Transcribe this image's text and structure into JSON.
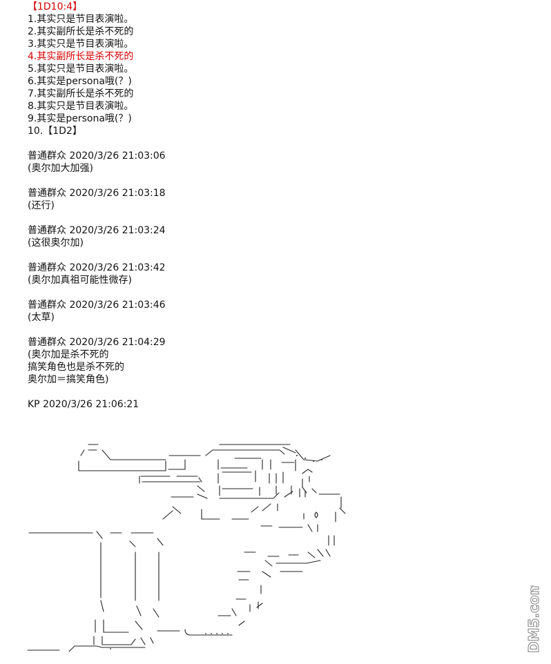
{
  "post": {
    "header": "【1D10:4】",
    "options": [
      "1.其实只是节目表演啦。",
      "2.其实副所长是杀不死的",
      "3.其实只是节目表演啦。",
      "4.其实副所长是杀不死的",
      "5.其实只是节目表演啦。",
      "6.其实是persona哦(？)",
      "7.其实副所长是杀不死的",
      "8.其实只是节目表演啦。",
      "9.其实是persona哦(？)",
      "10.【1D2】"
    ],
    "highlight_color": "#d40000",
    "comments": [
      {
        "author": "普通群众",
        "time": "2020/3/26 21:03:06",
        "lines": [
          "(奥尔加大加强)"
        ]
      },
      {
        "author": "普通群众",
        "time": "2020/3/26 21:03:18",
        "lines": [
          "(还行)"
        ]
      },
      {
        "author": "普通群众",
        "time": "2020/3/26 21:03:24",
        "lines": [
          "(这很奥尔加)"
        ]
      },
      {
        "author": "普通群众",
        "time": "2020/3/26 21:03:42",
        "lines": [
          "(奥尔加真祖可能性微存)"
        ]
      },
      {
        "author": "普通群众",
        "time": "2020/3/26 21:03:46",
        "lines": [
          "(太草)"
        ]
      },
      {
        "author": "普通群众",
        "time": "2020/3/26 21:04:29",
        "lines": [
          "(奥尔加是杀不死的",
          "搞笑角色也是杀不死的",
          "奥尔加＝搞笑角色)"
        ]
      }
    ],
    "kp": {
      "author": "KP",
      "time": "2020/3/26 21:06:21"
    }
  },
  "ascii_art": {
    "subject": "pistol"
  },
  "watermark": {
    "text": "DM5.com"
  }
}
